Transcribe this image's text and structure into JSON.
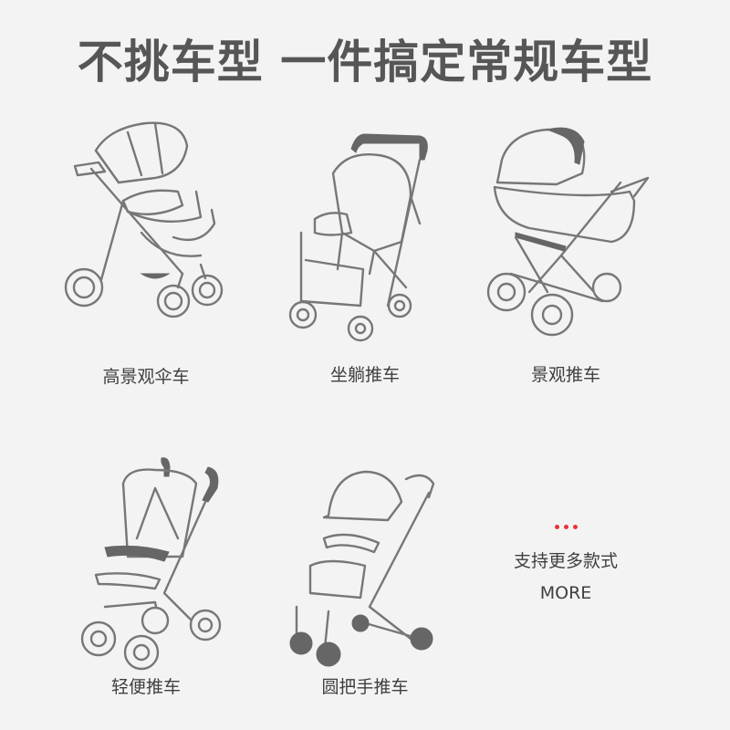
{
  "header": {
    "title": "不挑车型 一件搞定常规车型"
  },
  "strollers": [
    {
      "label": "高景观伞车",
      "icon": "high-view-stroller-icon"
    },
    {
      "label": "坐躺推车",
      "icon": "sit-lie-stroller-icon"
    },
    {
      "label": "景观推车",
      "icon": "pram-stroller-icon"
    },
    {
      "label": "轻便推车",
      "icon": "lightweight-stroller-icon"
    },
    {
      "label": "圆把手推车",
      "icon": "round-handle-stroller-icon"
    }
  ],
  "more": {
    "dots_color": "#e8333a",
    "text_cn": "支持更多款式",
    "text_en": "MORE"
  }
}
